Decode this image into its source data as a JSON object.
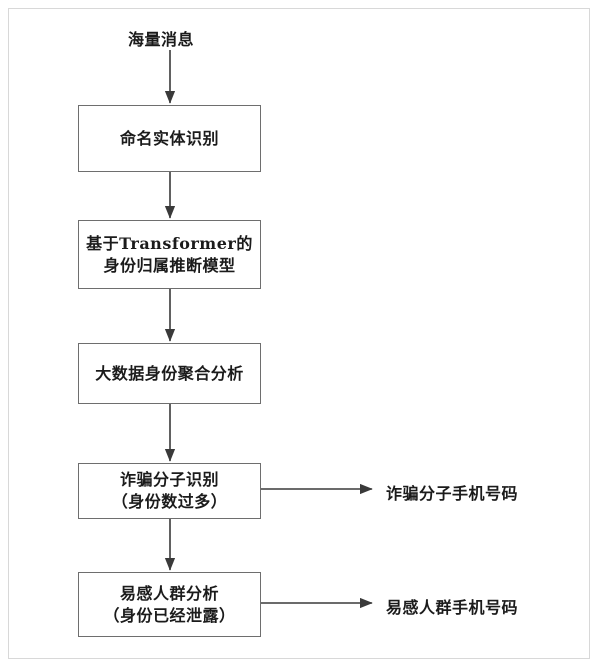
{
  "diagram": {
    "title_label": "海量消息",
    "nodes": [
      {
        "id": "ner",
        "lines": [
          "命名实体识别"
        ]
      },
      {
        "id": "transformer-model",
        "lines": [
          "基于Transformer的",
          "身份归属推断模型"
        ]
      },
      {
        "id": "bigdata-aggregation",
        "lines": [
          "大数据身份聚合分析"
        ]
      },
      {
        "id": "fraudster-detection",
        "lines": [
          "诈骗分子识别",
          "（身份数过多）"
        ]
      },
      {
        "id": "vulnerable-group-analysis",
        "lines": [
          "易感人群分析",
          "（身份已经泄露）"
        ]
      }
    ],
    "outputs": [
      {
        "id": "fraudster-phone-numbers",
        "label": "诈骗分子手机号码"
      },
      {
        "id": "vulnerable-group-phone-numbers",
        "label": "易感人群手机号码"
      }
    ],
    "colors": {
      "box_border": "#6e6e6e",
      "frame_border": "#d8d8d8",
      "text": "#1b1b1b",
      "arrow": "#3a3a3a",
      "background": "#ffffff"
    }
  }
}
